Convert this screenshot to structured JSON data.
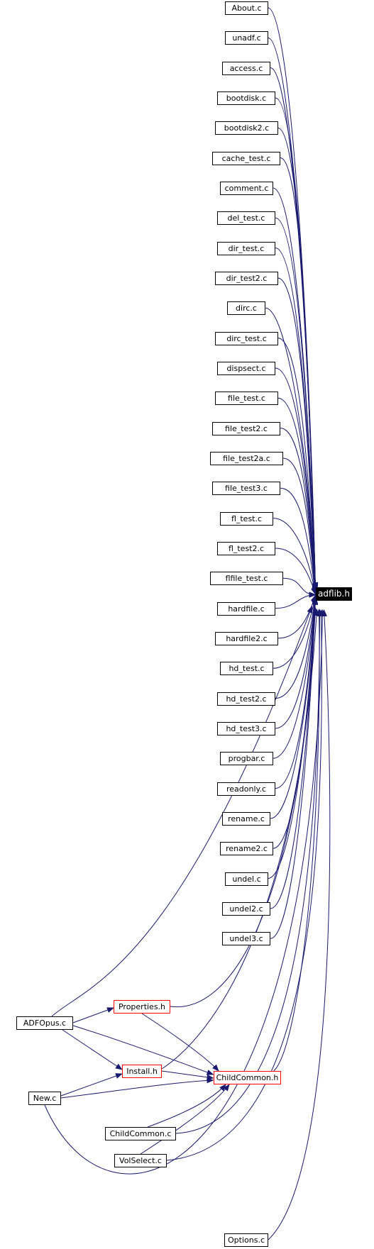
{
  "graph": {
    "edge_color": "#191970",
    "target": {
      "label": "adflib.h",
      "fill": "#000000",
      "text_color": "#ffffff"
    },
    "sources": [
      "About.c",
      "unadf.c",
      "access.c",
      "bootdisk.c",
      "bootdisk2.c",
      "cache_test.c",
      "comment.c",
      "del_test.c",
      "dir_test.c",
      "dir_test2.c",
      "dirc.c",
      "dirc_test.c",
      "dispsect.c",
      "file_test.c",
      "file_test2.c",
      "file_test2a.c",
      "file_test3.c",
      "fl_test.c",
      "fl_test2.c",
      "flfile_test.c",
      "hardfile.c",
      "hardfile2.c",
      "hd_test.c",
      "hd_test2.c",
      "hd_test3.c",
      "progbar.c",
      "readonly.c",
      "rename.c",
      "rename2.c",
      "undel.c",
      "undel2.c",
      "undel3.c"
    ],
    "lower": {
      "adfopus": "ADFOpus.c",
      "properties": "Properties.h",
      "install": "Install.h",
      "childcommon_h": "ChildCommon.h",
      "new": "New.c",
      "childcommon_c": "ChildCommon.c",
      "volselect": "VolSelect.c",
      "options": "Options.c"
    },
    "header_border_color": "#ff0000"
  }
}
